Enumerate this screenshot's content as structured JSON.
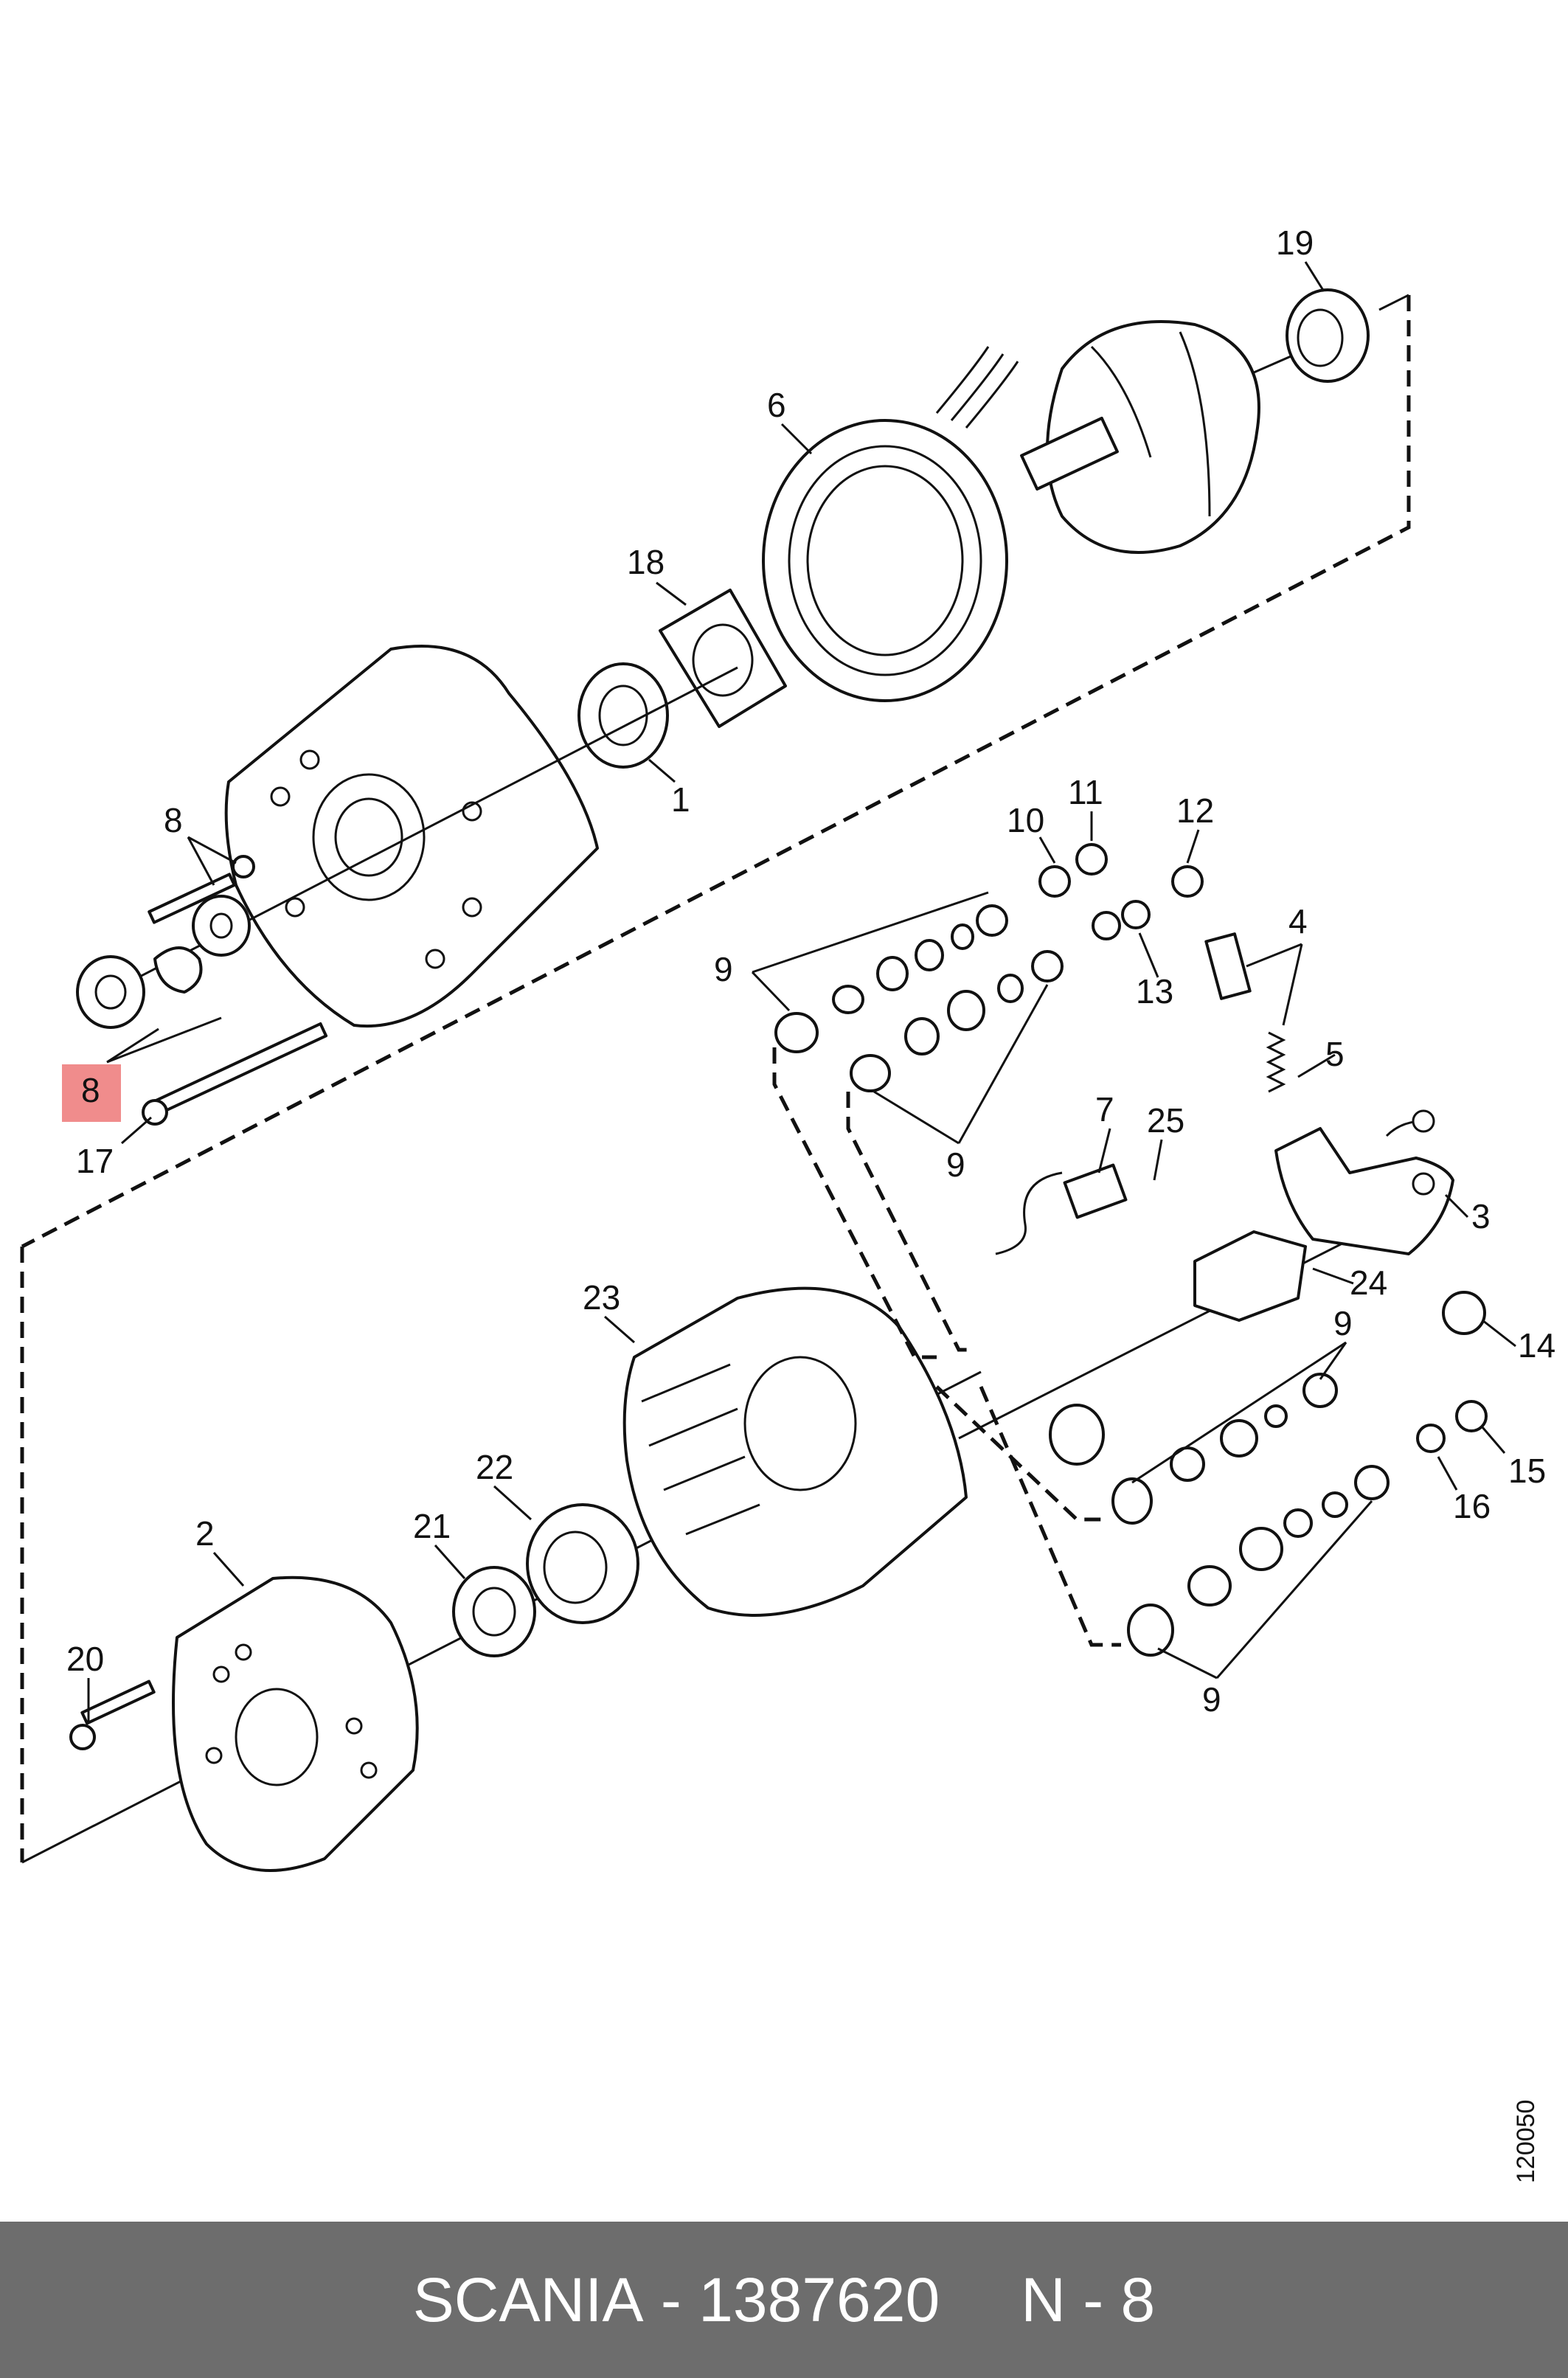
{
  "labels": {
    "l1": "1",
    "l2": "2",
    "l3": "3",
    "l4": "4",
    "l5": "5",
    "l6": "6",
    "l7": "7",
    "l8a": "8",
    "l8b": "8",
    "l9a": "9",
    "l9b": "9",
    "l9c": "9",
    "l9d": "9",
    "l10": "10",
    "l11": "11",
    "l12": "12",
    "l13": "13",
    "l14": "14",
    "l15": "15",
    "l16": "16",
    "l17": "17",
    "l18": "18",
    "l19": "19",
    "l20": "20",
    "l21": "21",
    "l22": "22",
    "l23": "23",
    "l24": "24",
    "l25": "25"
  },
  "highlight": {
    "label": "8",
    "color": "#f08c8c"
  },
  "drawing_id": "120050",
  "footer": {
    "brand": "SCANIA",
    "separator": " - ",
    "part_number": "1387620",
    "item": "N - 8",
    "background": "#6d6d6d",
    "text_color": "#ffffff"
  }
}
